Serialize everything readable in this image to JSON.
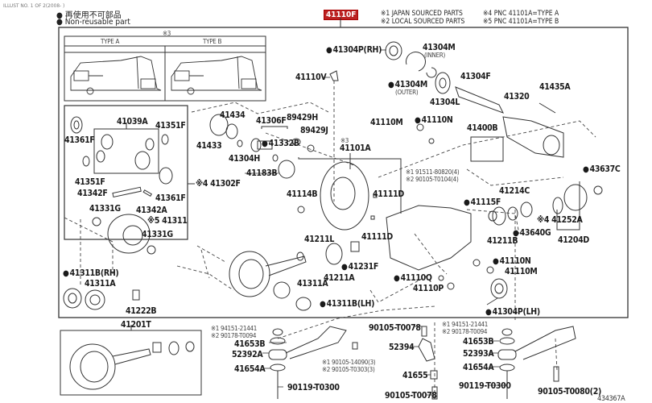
{
  "header": {
    "illust_no": "ILLUST NO. 1 OF 2(2008- )",
    "legend_jp": "再使用不可部品",
    "legend_en": "Non-reusable part",
    "main_code": "41110F",
    "notes": [
      "※1 JAPAN SOURCED PARTS",
      "※2 LOCAL SOURCED PARTS",
      "※4 PNC 41101A=TYPE A",
      "※5 PNC 41101A=TYPE B"
    ]
  },
  "type_box": {
    "note": "※3",
    "type_a": "TYPE A",
    "type_b": "TYPE B"
  },
  "parts": {
    "p41039A": "41039A",
    "p41351F_a": "41351F",
    "p41361F_a": "41361F",
    "p41351F_b": "41351F",
    "p41342F": "41342F",
    "p41361F_b": "41361F",
    "p41331G_a": "41331G",
    "p41342A": "41342A",
    "p41311": "※5 41311",
    "p41331G_b": "41331G",
    "p41302F": "※4 41302F",
    "p41311B_RH": "41311B(RH)",
    "p41311A_a": "41311A",
    "p41222B": "41222B",
    "p41433": "41433",
    "p41434": "41434",
    "p41306F": "41306F",
    "p41332B": "41332B",
    "p89429H": "89429H",
    "p89429J": "89429J",
    "p41304H": "41304H",
    "p41183B": "41183B",
    "p41110V": "41110V",
    "p41101A_note": "※3",
    "p41101A": "41101A",
    "p41114B": "41114B",
    "p41111D_a": "41111D",
    "p41111D_b": "41111D",
    "p41211L": "41211L",
    "p41211A": "41211A",
    "p41231F": "41231F",
    "p41311A_b": "41311A",
    "p41311B_LH": "41311B(LH)",
    "p41304P_RH": "41304P(RH)",
    "p41304M_inner": "41304M",
    "inner_label": "(INNER)",
    "p41304M_outer": "41304M",
    "outer_label": "(OUTER)",
    "p41304L": "41304L",
    "p41304F": "41304F",
    "p41110M_a": "41110M",
    "p41110N_a": "41110N",
    "p41400B": "41400B",
    "p41320": "41320",
    "p41435A": "41435A",
    "p43637C": "43637C",
    "bolt_note_1": "※1 91511-80820(4)",
    "bolt_note_2": "※2 90105-T0104(4)",
    "p41115F": "41115F",
    "p41214C": "41214C",
    "p41211B": "41211B",
    "p43640G": "43640G",
    "p41252A": "※4 41252A",
    "p41204D": "41204D",
    "p41110N_b": "41110N",
    "p41110M_b": "41110M",
    "p41110Q": "41110Q",
    "p41110P": "41110P",
    "p41304P_LH": "41304P(LH)",
    "p41201T": "41201T",
    "nut_note_1a": "※1 94151-21441",
    "nut_note_2a": "※2 90178-T0094",
    "p41653B_a": "41653B",
    "p52392A": "52392A",
    "p41654A_a": "41654A",
    "p90119_a": "90119-T0300",
    "bolt2_note_1": "※1 90105-14090(3)",
    "bolt2_note_2": "※2 90105-T0303(3)",
    "p90105_T0078_a": "90105-T0078",
    "p52394": "52394",
    "p41655": "41655",
    "p90105_T0078_b": "90105-T0078",
    "nut_note_1b": "※1 94151-21441",
    "nut_note_2b": "※2 90178-T0094",
    "p41653B_b": "41653B",
    "p52393A": "52393A",
    "p41654A_b": "41654A",
    "p90119_b": "90119-T0300",
    "p90105_T0080": "90105-T0080(2)"
  },
  "footer": {
    "figure_id": "434367A"
  }
}
